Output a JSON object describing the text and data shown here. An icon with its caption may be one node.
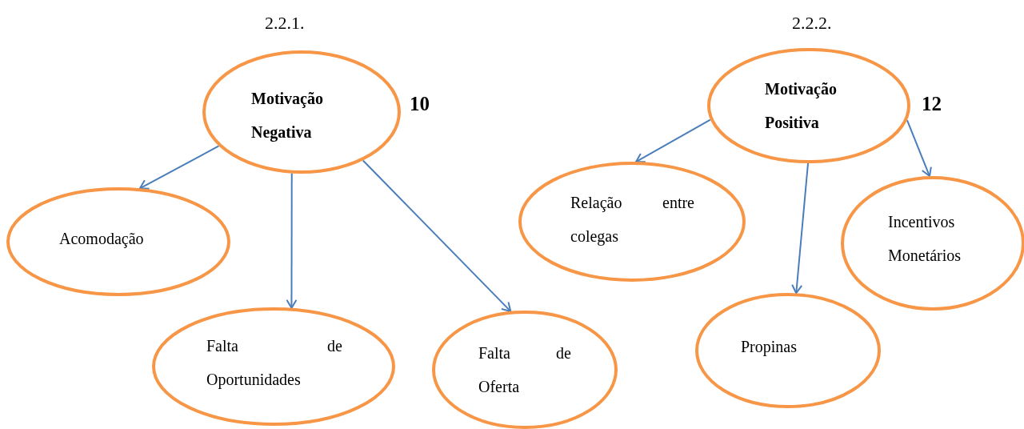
{
  "diagram": {
    "nodes": [
      {
        "text": [
          "Motivação Negativa"
        ],
        "beside": [
          "10"
        ]
      },
      {
        "text": [
          "Acomodação"
        ]
      },
      {
        "text": [
          "Falta de Oportunidades"
        ]
      },
      {
        "text": [
          "Falta de Oferta"
        ]
      },
      {
        "text": [
          "Motivação Positiva"
        ],
        "beside": [
          "12"
        ]
      },
      {
        "text": [
          "Relação entre colegas"
        ]
      },
      {
        "text": [
          "Propinas"
        ]
      },
      {
        "text": [
          "Incentivos Monetários"
        ]
      }
    ],
    "edges": [
      {
        "from": 0,
        "to": 1,
        "arrow": "to"
      },
      {
        "from": 0,
        "to": 2,
        "arrow": "to"
      },
      {
        "from": 0,
        "to": 3,
        "arrow": "to"
      },
      {
        "from": 4,
        "to": 5,
        "arrow": "to"
      },
      {
        "from": 4,
        "to": 6,
        "arrow": "to"
      },
      {
        "from": 4,
        "to": 7,
        "arrow": "to"
      }
    ],
    "labels": [
      "2.2.1.",
      "2.2.2."
    ]
  }
}
